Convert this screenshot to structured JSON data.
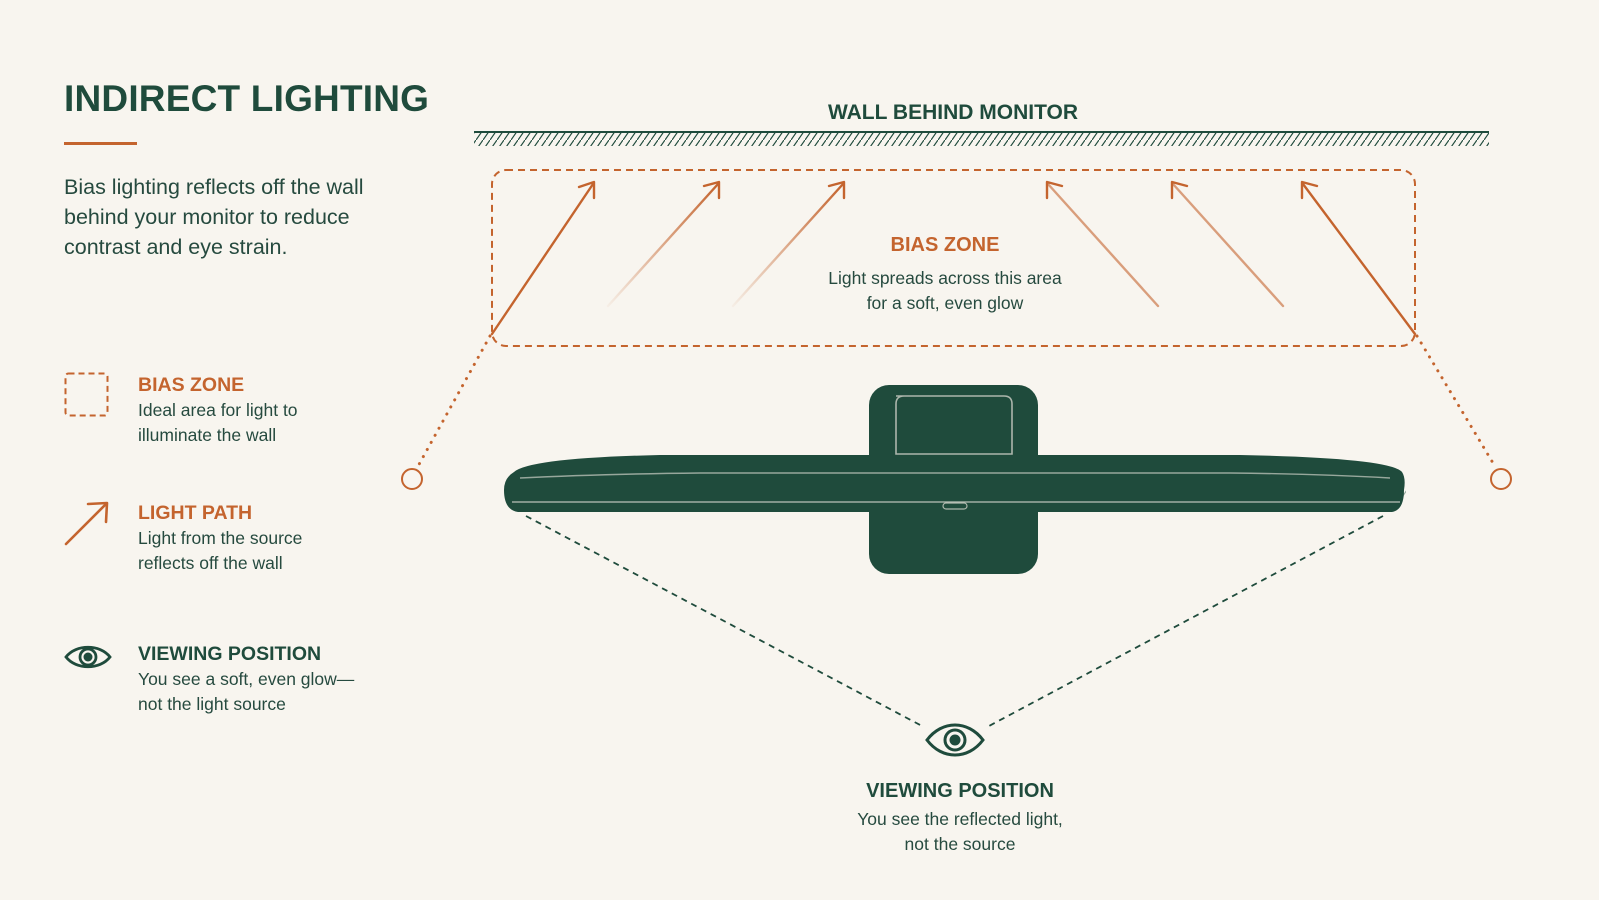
{
  "title": "INDIRECT LIGHTING",
  "intro": "Bias lighting reflects off the wall behind your monitor to reduce contrast and eye strain.",
  "legend": {
    "bias_zone": {
      "heading": "BIAS ZONE",
      "desc": "Ideal area for light to\nilluminate the wall"
    },
    "light_path": {
      "heading": "LIGHT PATH",
      "desc": "Light from the source\nreflects off the wall"
    },
    "viewing_position": {
      "heading": "VIEWING POSITION",
      "desc": "You see a soft, even glow—\nnot the light source"
    }
  },
  "diagram": {
    "wall_label": "WALL BEHIND MONITOR",
    "zone_heading": "BIAS ZONE",
    "zone_desc_line1": "Light spreads across this area",
    "zone_desc_line2": "for a soft, even glow",
    "viewer_heading": "VIEWING POSITION",
    "viewer_desc_line1": "You see the reflected light,",
    "viewer_desc_line2": "not the source"
  },
  "colors": {
    "accent_orange": "#c4642e",
    "dark_green": "#1f4b3c",
    "background": "#f8f5ef"
  },
  "icons": [
    "dashed-square-icon",
    "arrow-up-right-icon",
    "eye-icon"
  ]
}
